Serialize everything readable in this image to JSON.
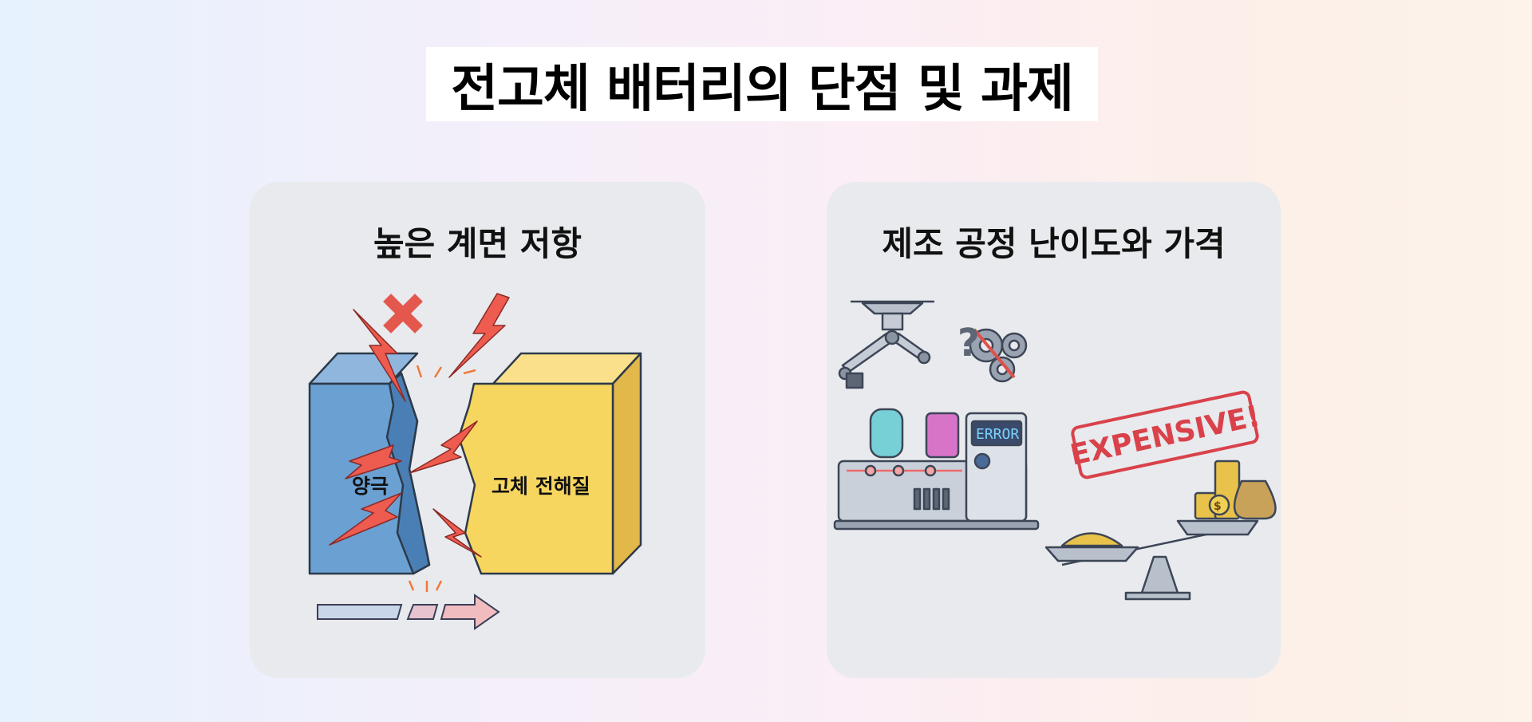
{
  "page_title": "전고체 배터리의 단점 및 과제",
  "panels": [
    {
      "title": "높은 계면 저항",
      "labels": {
        "cathode": "양극",
        "electrolyte": "고체 전해질"
      }
    },
    {
      "title": "제조 공정 난이도와 가격",
      "screen_text": "ERROR",
      "stamp_text": "EXPENSIVE!",
      "currency_symbol": "$"
    }
  ],
  "colors": {
    "cathode": "#6aa0d2",
    "electrolyte": "#f7d660",
    "bolt": "#ee5b4f",
    "stamp": "#d9424a"
  }
}
